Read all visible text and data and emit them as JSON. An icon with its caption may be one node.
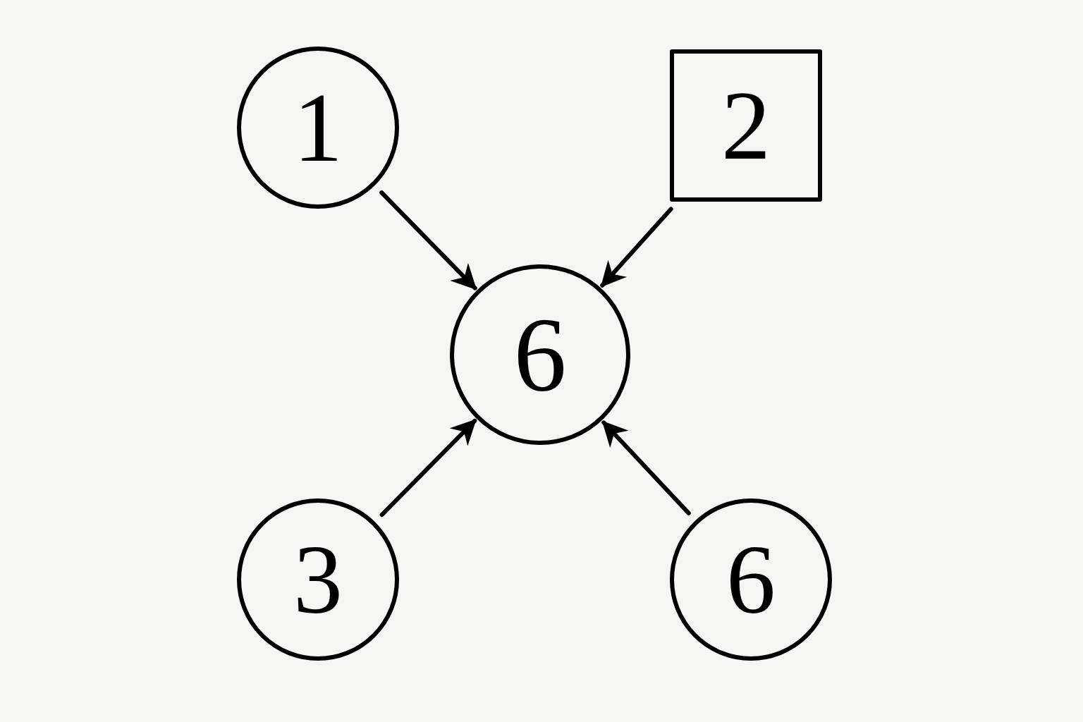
{
  "diagram": {
    "nodes": [
      {
        "text": [
          "1"
        ]
      },
      {
        "text": [
          "2"
        ]
      },
      {
        "text": [
          "6"
        ]
      },
      {
        "text": [
          "3"
        ]
      },
      {
        "text": [
          "6"
        ]
      }
    ],
    "edges": [
      {
        "from": 0,
        "to": 2,
        "arrow": "to"
      },
      {
        "from": 1,
        "to": 2,
        "arrow": "to"
      },
      {
        "from": 3,
        "to": 2,
        "arrow": "to"
      },
      {
        "from": 4,
        "to": 2,
        "arrow": "to"
      }
    ]
  }
}
